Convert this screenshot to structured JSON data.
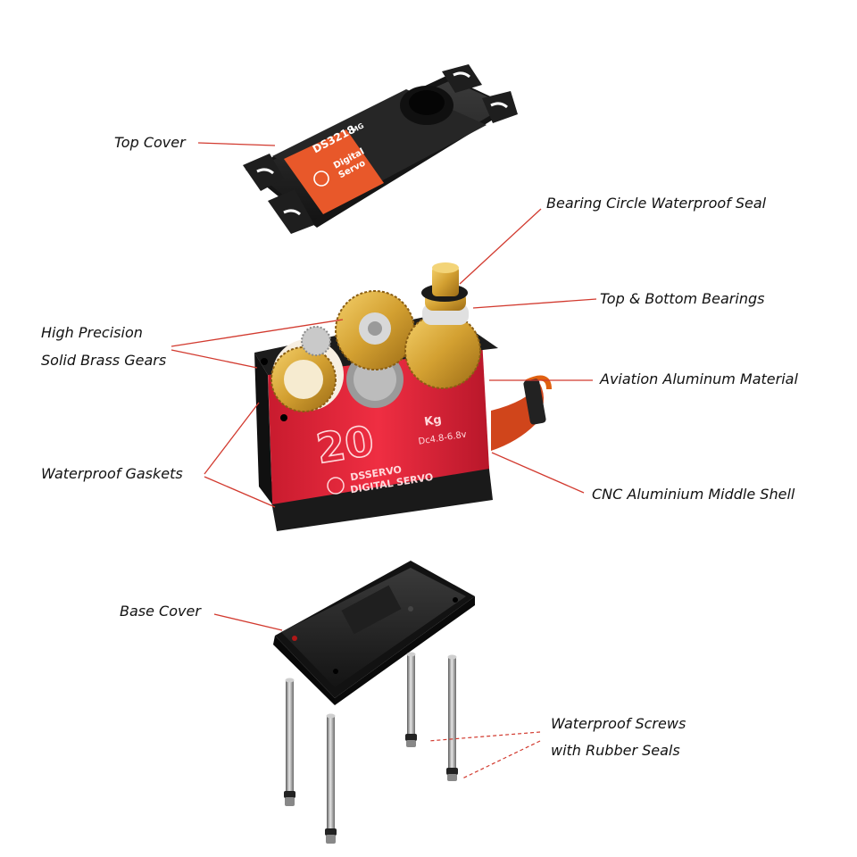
{
  "labels": {
    "top_cover": "Top Cover",
    "bearing_seal": "Bearing Circle Waterproof Seal",
    "bearings": "Top & Bottom Bearings",
    "gears_line1": "High Precision",
    "gears_line2": "Solid Brass Gears",
    "aluminum": "Aviation Aluminum Material",
    "gaskets": "Waterproof Gaskets",
    "middle_shell": "CNC Aluminium Middle Shell",
    "base_cover": "Base Cover",
    "screws_line1": "Waterproof Screws",
    "screws_line2": "with Rubber Seals"
  },
  "top_cover_sticker": {
    "model": "DS3218",
    "model_suffix": "MG",
    "line1": "Digital",
    "line2": "Servo"
  },
  "case_print": {
    "torque": "20",
    "unit": "Kg",
    "voltage": "Dc4.8-6.8v",
    "brand": "DSSERVO",
    "type": "DIGITAL SERVO"
  },
  "colors": {
    "leader_lines": "#d23a2f",
    "case_red": "#e8263a",
    "brass": "#d9a63a",
    "plastic_black": "#1c1c1c",
    "sticker_orange": "#e8582a"
  }
}
